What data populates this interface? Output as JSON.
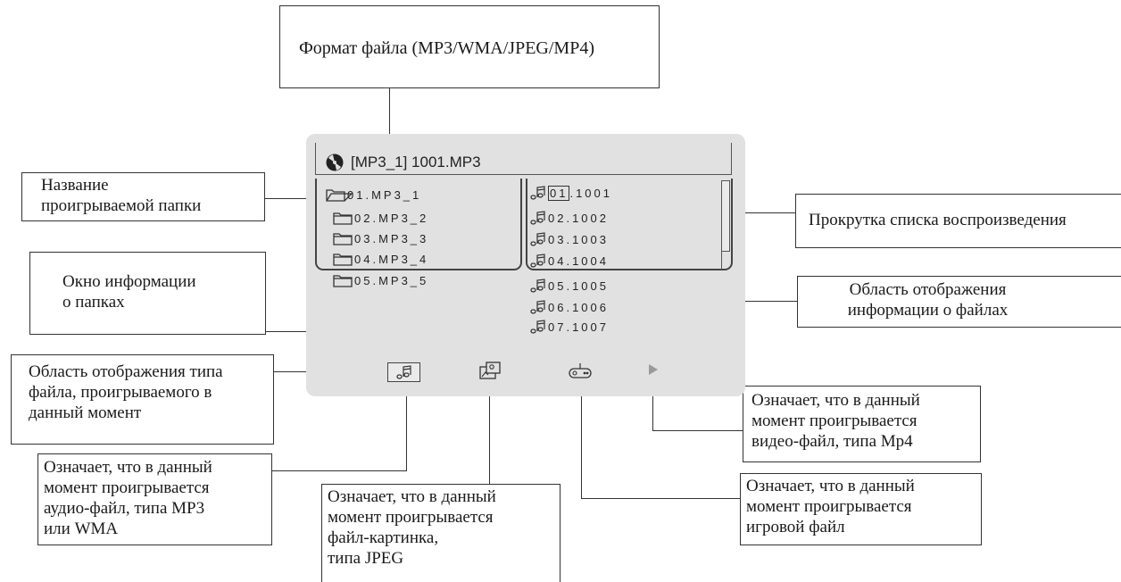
{
  "callouts": {
    "format": "Формат файла (MP3/WMA/JPEG/MP4)",
    "folder_name": [
      "Название",
      "проигрываемой папки"
    ],
    "folder_info": [
      "Окно информации",
      "о папках"
    ],
    "file_type_area": [
      "Область отображения типа",
      "файла, проигрываемого в",
      "данный момент"
    ],
    "audio": [
      "Означает, что в данный",
      "момент проигрывается",
      "аудио-файл, типа MP3",
      "или WMA"
    ],
    "picture": [
      "Означает, что в данный",
      "момент проигрывается",
      "файл-картинка,",
      "типа JPEG"
    ],
    "game": [
      "Означает, что в данный",
      "момент проигрывается",
      "игровой файл"
    ],
    "video": [
      "Означает, что в данный",
      "момент проигрывается",
      "видео-файл, типа Mp4"
    ],
    "scroll": "Прокрутка списка воспроизведения",
    "file_info": [
      "Область отображения",
      "информации о файлах"
    ]
  },
  "screen": {
    "title": "[MP3_1] 1001.MP3",
    "folders": [
      "01.MP3_1",
      "02.MP3_2",
      "03.MP3_3",
      "04.MP3_4",
      "05.MP3_5"
    ],
    "files": [
      {
        "num": "01",
        "name": ".1001"
      },
      {
        "num": "02",
        "name": ".1002"
      },
      {
        "num": "03",
        "name": ".1003"
      },
      {
        "num": "04",
        "name": ".1004"
      },
      {
        "num": "05",
        "name": ".1005"
      },
      {
        "num": "06",
        "name": ".1006"
      },
      {
        "num": "07",
        "name": ".1007"
      }
    ]
  },
  "icons": [
    "disc-icon",
    "folder-icon",
    "music-note-icon",
    "picture-icon",
    "gamepad-icon",
    "play-icon"
  ]
}
